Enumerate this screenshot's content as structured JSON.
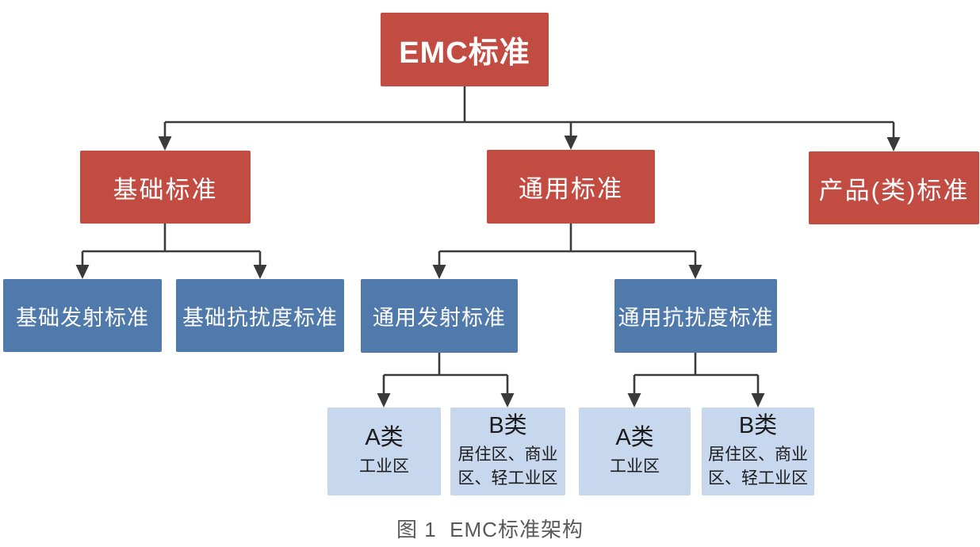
{
  "diagram": {
    "caption": "图 1  EMC标准架构",
    "colors": {
      "red_box": "#c24b42",
      "blue_box": "#5079ac",
      "light_blue_box": "#c7d7ee",
      "connector_line": "#3a3a3a",
      "caption_text": "#595959",
      "box_text_light": "#ffffff",
      "box_text_dark": "#1b1b1b"
    },
    "nodes": {
      "root": {
        "label": "EMC标准"
      },
      "basic": {
        "label": "基础标准"
      },
      "generic": {
        "label": "通用标准"
      },
      "product": {
        "label": "产品(类)标准"
      },
      "basic_emission": {
        "label": "基础发射标准"
      },
      "basic_immunity": {
        "label": "基础抗扰度标准"
      },
      "generic_emission": {
        "label": "通用发射标准"
      },
      "generic_immunity": {
        "label": "通用抗扰度标准"
      },
      "class_a_emission": {
        "title": "A类",
        "subtitle": "工业区"
      },
      "class_b_emission": {
        "title": "B类",
        "subtitle": "居住区、商业区、轻工业区"
      },
      "class_a_immunity": {
        "title": "A类",
        "subtitle": "工业区"
      },
      "class_b_immunity": {
        "title": "B类",
        "subtitle": "居住区、商业区、轻工业区"
      }
    }
  }
}
